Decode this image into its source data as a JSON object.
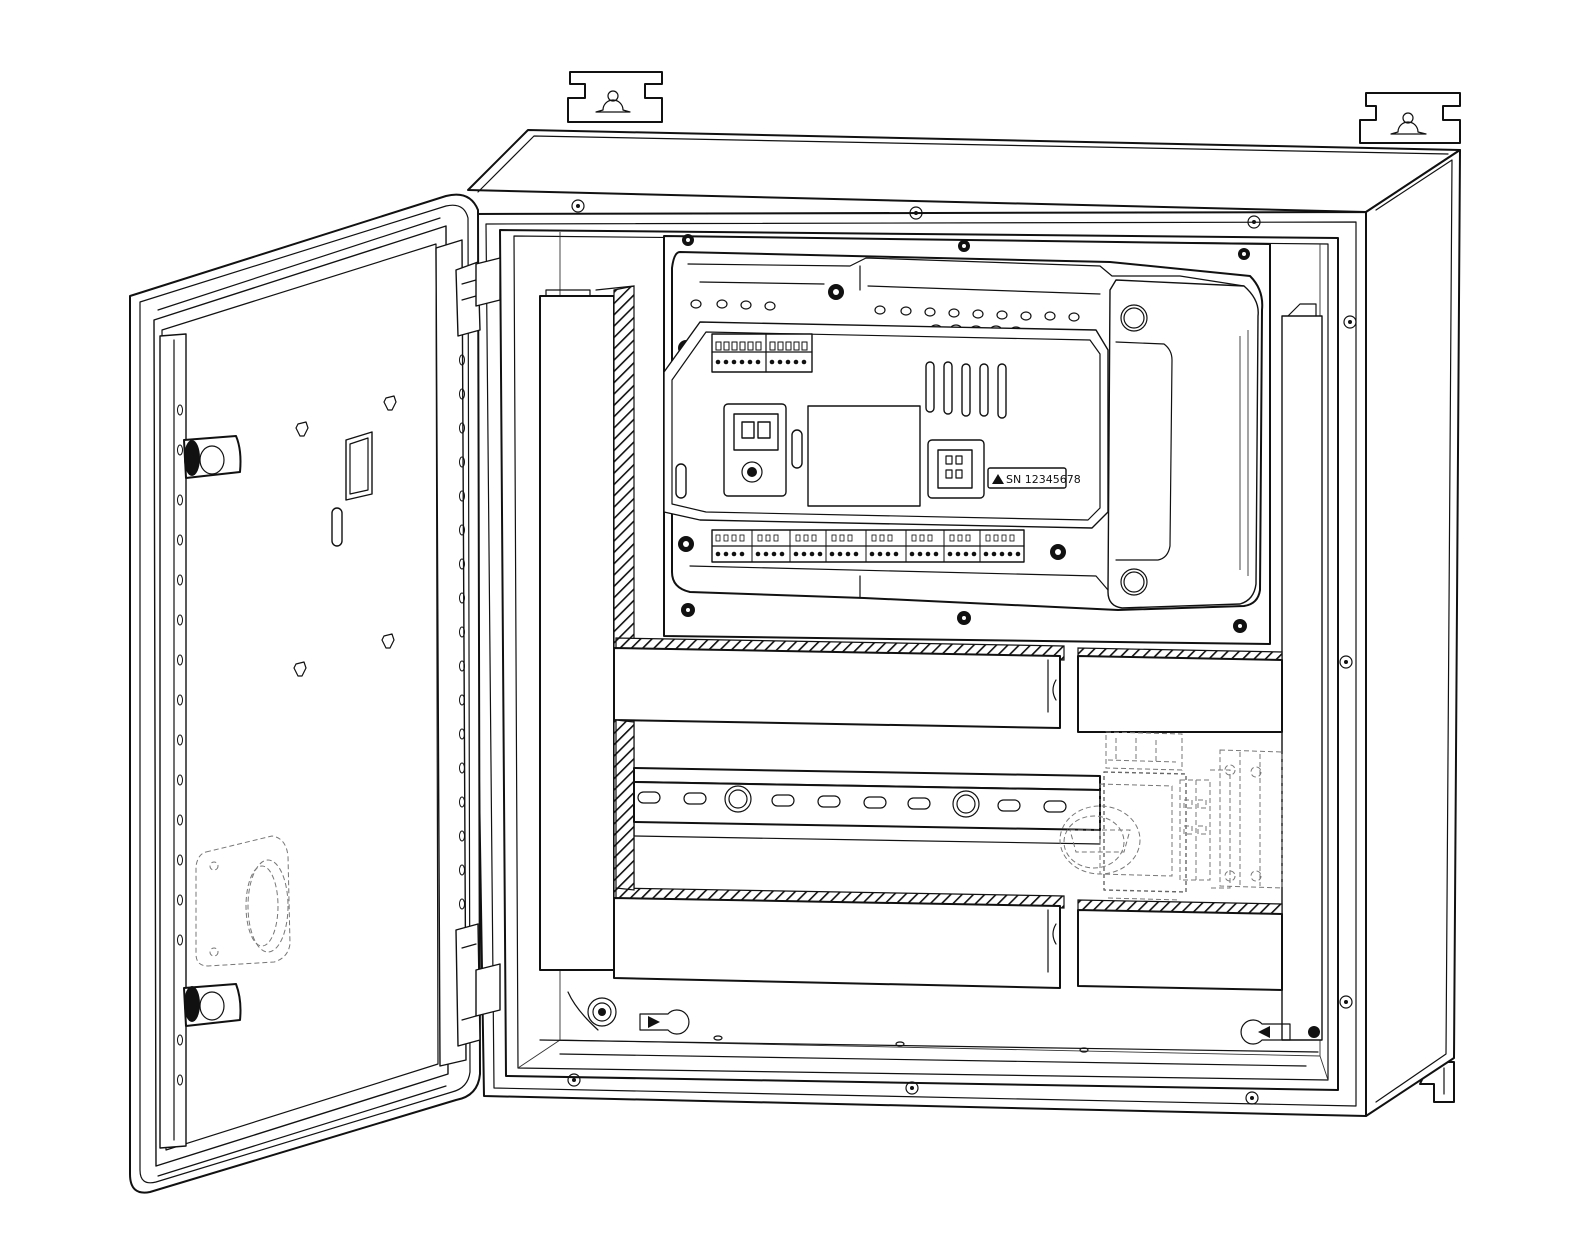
{
  "label": {
    "serial": "SN 12345678"
  },
  "components": [
    "enclosure-body",
    "open-door",
    "controller-module",
    "cable-ducts",
    "din-rail",
    "rotary-disconnect-switch",
    "terminal-blocks",
    "mounting-brackets",
    "door-hinges"
  ],
  "icon_names": [
    "screw-icon",
    "hinge-icon",
    "mounting-hole-icon",
    "lock-icon"
  ]
}
